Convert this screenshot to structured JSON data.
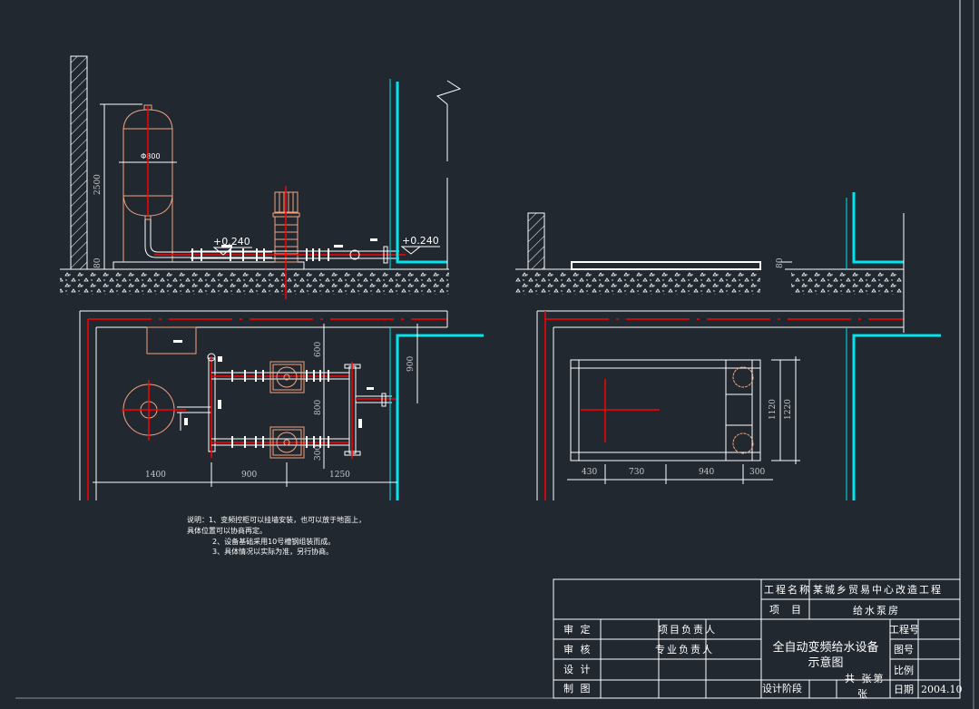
{
  "drawing": {
    "elevation_marks": [
      "+0.240",
      "+0.240"
    ],
    "dims_left_elevation": {
      "height": "2500",
      "base": "80"
    },
    "dims_left_plan": {
      "horizontal": [
        "1400",
        "900",
        "1250"
      ],
      "vertical": [
        "600",
        "800",
        "300"
      ],
      "outlet": "900"
    },
    "dims_right_elevation": {
      "base": "80"
    },
    "dims_right_plan": {
      "horizontal": [
        "430",
        "730",
        "940",
        "300"
      ],
      "vertical": [
        "1120",
        "1220"
      ]
    },
    "tank_label": "Φ800"
  },
  "notes": {
    "line1": "说明：1、变频控柜可以挂墙安装，也可以放于地面上，",
    "line2": "具体位置可以协商再定。",
    "line3": "2、设备基础采用10号槽钢组装而成。",
    "line4": "3、具体情况以实际为准，另行协商。"
  },
  "title_block": {
    "project_name_label": "工程名称",
    "project_name": "某城乡贸易中心改造工程",
    "item_label": "项  目",
    "item": "给水泵房",
    "approve": "审 定",
    "review": "审 核",
    "design": "设 计",
    "draw": "制 图",
    "project_lead": "项目负责人",
    "discipline_lead": "专业负责人",
    "drawing_title_1": "全自动变频给水设备",
    "drawing_title_2": "示意图",
    "design_stage": "设计阶段",
    "sheets_1": "共 张第",
    "sheets_2": "张",
    "project_no": "工程号",
    "drawing_no": "图号",
    "scale": "比例",
    "date_label": "日期",
    "date": "2004.10"
  },
  "colors": {
    "background": "#212830",
    "lines": "#ffffff",
    "equipment": "#f4a582",
    "centerline": "#ff0000",
    "wall": "#00e5ee"
  }
}
